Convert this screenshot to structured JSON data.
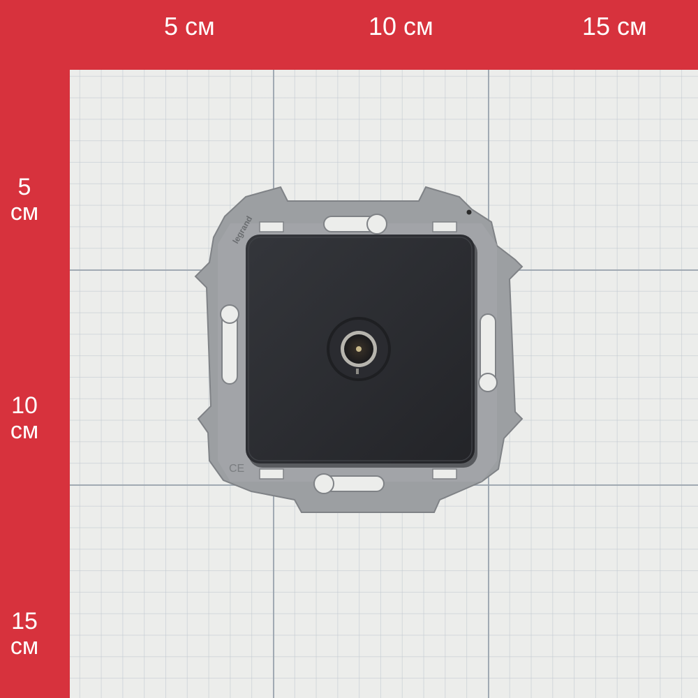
{
  "ruler": {
    "top_labels": [
      "5 см",
      "10 см",
      "15 см"
    ],
    "left_labels": [
      {
        "value": "5",
        "unit": "см"
      },
      {
        "value": "10",
        "unit": "см"
      },
      {
        "value": "15",
        "unit": "см"
      }
    ]
  },
  "product": {
    "brand": "legrand",
    "mark": "CE"
  },
  "colors": {
    "ruler_background": "#d7323d",
    "grid_background": "#ecedeb",
    "frame_gray": "#9c9fa2",
    "plate_dark": "#2b2d31"
  }
}
